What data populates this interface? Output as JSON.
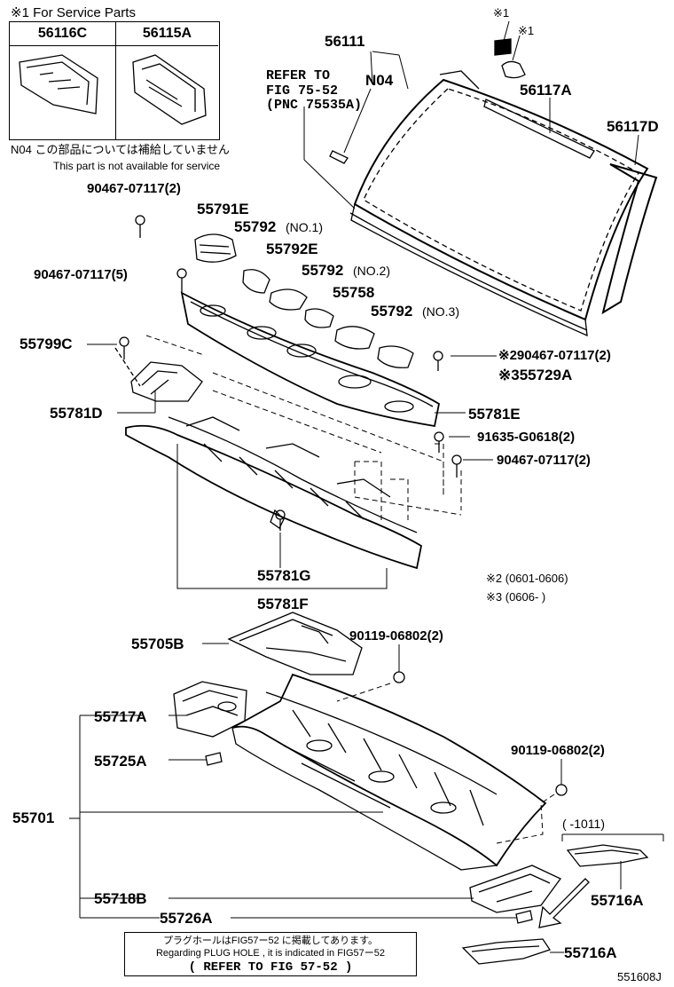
{
  "service_parts": {
    "heading": "※1 For Service Parts",
    "part_a": "56116C",
    "part_b": "56115A"
  },
  "n04_note": {
    "jp": "N04  この部品については補給していません",
    "en": "This part is not available for service"
  },
  "refer_top": [
    "REFER TO",
    "FIG 75-52",
    "(PNC 75535A)"
  ],
  "labels": {
    "p56111": "56111",
    "n04": "N04",
    "mark1a": "※1",
    "mark1b": "※1",
    "p56117A": "56117A",
    "p56117D": "56117D",
    "b90467_2": "90467-07117(2)",
    "p55791E": "55791E",
    "p55792_no1": "55792",
    "no1": "(NO.1)",
    "p55792E": "55792E",
    "b90467_5": "90467-07117(5)",
    "p55792_no2": "55792",
    "no2": "(NO.2)",
    "p55758": "55758",
    "p55792_no3": "55792",
    "no3": "(NO.3)",
    "p55799C": "55799C",
    "b90467_2b": "※290467-07117(2)",
    "p55729A": "※355729A",
    "p55781D": "55781D",
    "p55781E": "55781E",
    "b91635": "91635-G0618(2)",
    "b90467_2c": "90467-07117(2)",
    "p55781G": "55781G",
    "d2": "※2   (0601-0606)",
    "d3": "※3   (0606-       )",
    "p55781F": "55781F",
    "p55705B": "55705B",
    "b90119_a": "90119-06802(2)",
    "p55717A": "55717A",
    "p55725A": "55725A",
    "b90119_b": "90119-06802(2)",
    "p55701": "55701",
    "range1011": "(          -1011)",
    "p55718B": "55718B",
    "p55716A_1": "55716A",
    "p55726A": "55726A",
    "p55716A_2": "55716A",
    "code": "551608J"
  },
  "plug_note": {
    "jp": "プラグホールはFIG57ー52 に掲載してあります。",
    "en": "Regarding  PLUG HOLE , it is indicated in FIG57ー52",
    "refer": "( REFER TO FIG 57-52 )"
  }
}
